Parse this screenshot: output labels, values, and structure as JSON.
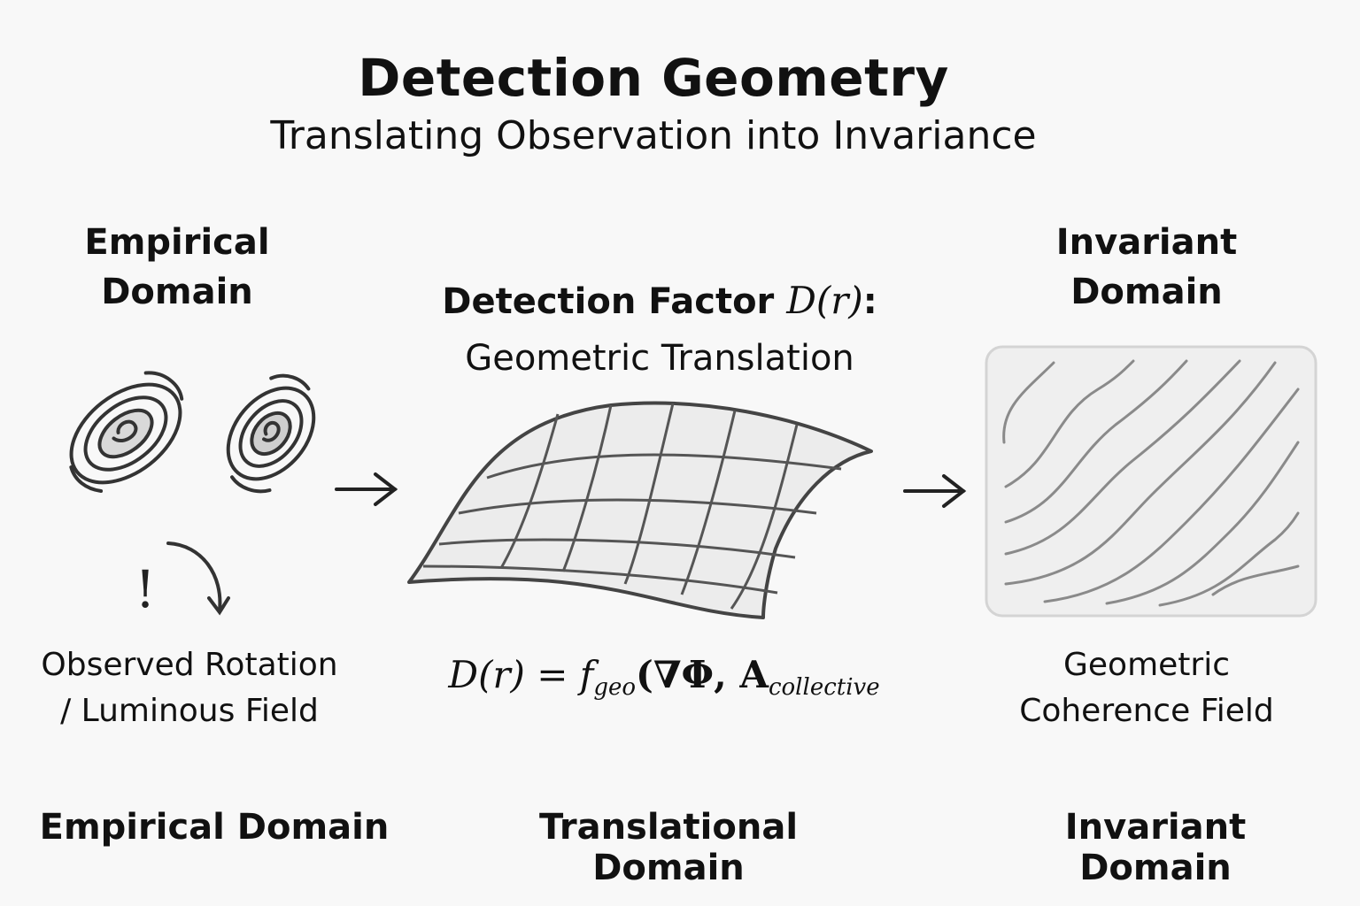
{
  "title": "Detection Geometry",
  "subtitle": "Translating Observation into Invariance",
  "empirical": {
    "heading_line1": "Empirical",
    "heading_line2": "Domain",
    "caption_line1": "Observed Rotation",
    "caption_line2": "/ Luminous Field",
    "exclaim": "!",
    "icons": [
      "spiral-galaxy-icon",
      "spiral-galaxy-icon",
      "exclamation-icon",
      "curved-arrow-icon"
    ]
  },
  "translational": {
    "heading_text": "Detection Factor ",
    "heading_math": "D(r)",
    "heading_colon": ":",
    "heading_line2": "Geometric Translation",
    "formula_main": "D(r) = f",
    "formula_sub1": "geo",
    "formula_mid": "(∇Φ, A",
    "formula_sub2": "collective",
    "icons": [
      "curved-grid-surface-icon"
    ]
  },
  "invariant": {
    "heading_line1": "Invariant",
    "heading_line2": "Domain",
    "caption_line1": "Geometric",
    "caption_line2": "Coherence Field",
    "icons": [
      "wavy-field-lines-icon"
    ]
  },
  "arrows": [
    "right-arrow-icon",
    "right-arrow-icon"
  ],
  "footer": {
    "left": "Empirical Domain",
    "center": "Translational Domain",
    "right": "Invariant Domain"
  },
  "colors": {
    "background": "#f8f8f8",
    "ink": "#111111",
    "stroke": "#333333",
    "surface_fill": "#ebebeb",
    "field_stroke": "#8a8a8a"
  }
}
